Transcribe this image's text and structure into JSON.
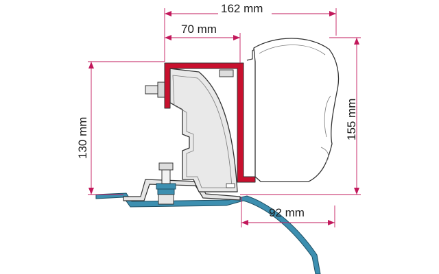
{
  "diagram": {
    "dimensions": {
      "total_width": "162 mm",
      "bracket_width": "70 mm",
      "left_height": "130 mm",
      "right_height": "155 mm",
      "bottom_width": "92 mm"
    },
    "colors": {
      "dimension_line": "#c2185b",
      "bracket_red": "#c8102e",
      "plate_blue": "#3d8fb0",
      "part_grey": "#e6e6e6",
      "outline": "#333333"
    }
  }
}
